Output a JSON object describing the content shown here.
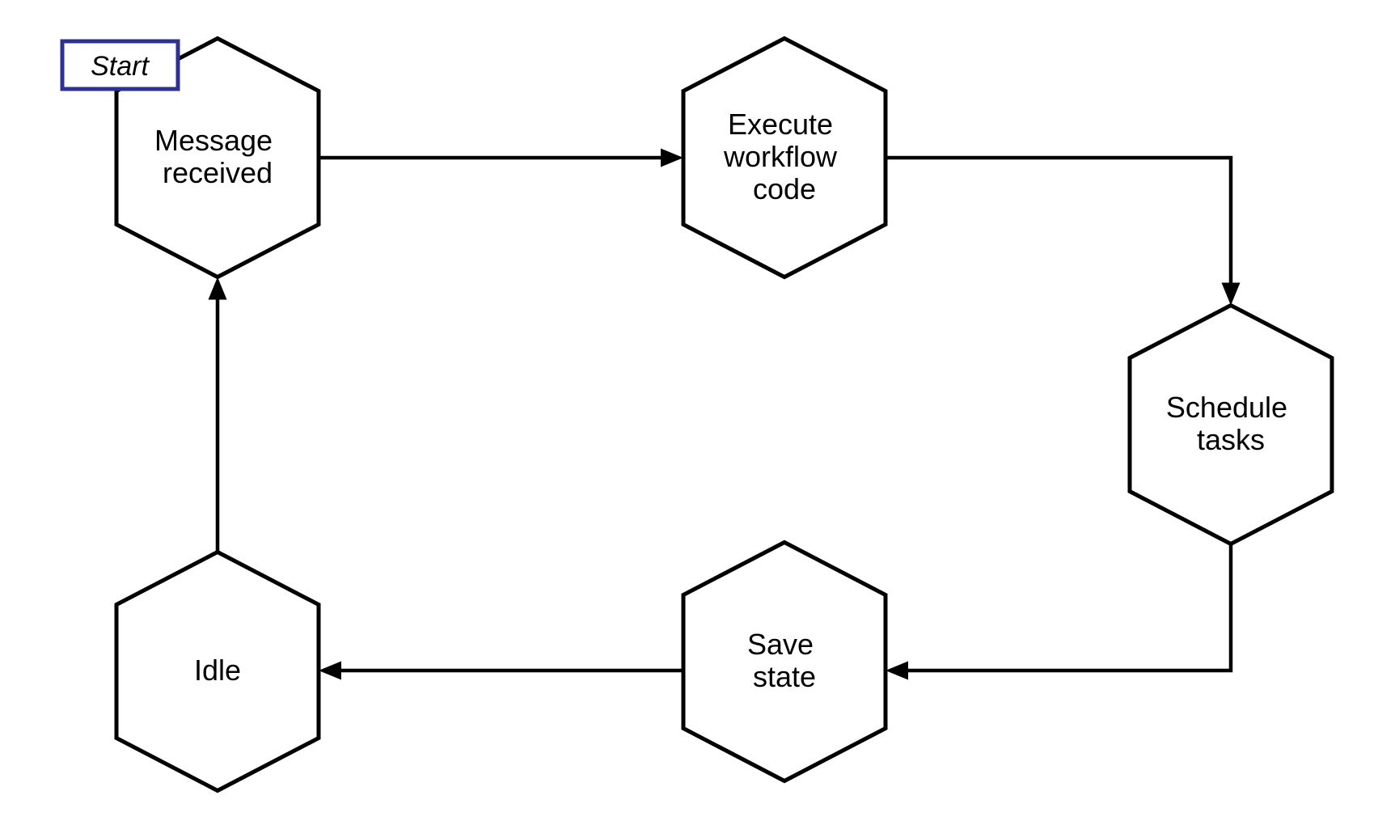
{
  "diagram": {
    "type": "workflow-state-cycle",
    "background_color": "#ffffff",
    "stroke_color": "#000000",
    "text_color": "#000000",
    "start_badge": {
      "label": "Start",
      "border_color": "#2e3192",
      "attached_to": "message-received"
    },
    "nodes": [
      {
        "id": "message-received",
        "shape": "hexagon",
        "lines": [
          "Message",
          "received"
        ]
      },
      {
        "id": "execute-workflow-code",
        "shape": "hexagon",
        "lines": [
          "Execute",
          "workflow",
          "code"
        ]
      },
      {
        "id": "schedule-tasks",
        "shape": "hexagon",
        "lines": [
          "Schedule",
          "tasks"
        ]
      },
      {
        "id": "save-state",
        "shape": "hexagon",
        "lines": [
          "Save",
          "state"
        ]
      },
      {
        "id": "idle",
        "shape": "hexagon",
        "lines": [
          "Idle"
        ]
      }
    ],
    "edges": [
      {
        "from": "message-received",
        "to": "execute-workflow-code",
        "route": "right"
      },
      {
        "from": "execute-workflow-code",
        "to": "schedule-tasks",
        "route": "right-then-down"
      },
      {
        "from": "schedule-tasks",
        "to": "save-state",
        "route": "down-then-left"
      },
      {
        "from": "save-state",
        "to": "idle",
        "route": "left"
      },
      {
        "from": "idle",
        "to": "message-received",
        "route": "up"
      }
    ]
  }
}
